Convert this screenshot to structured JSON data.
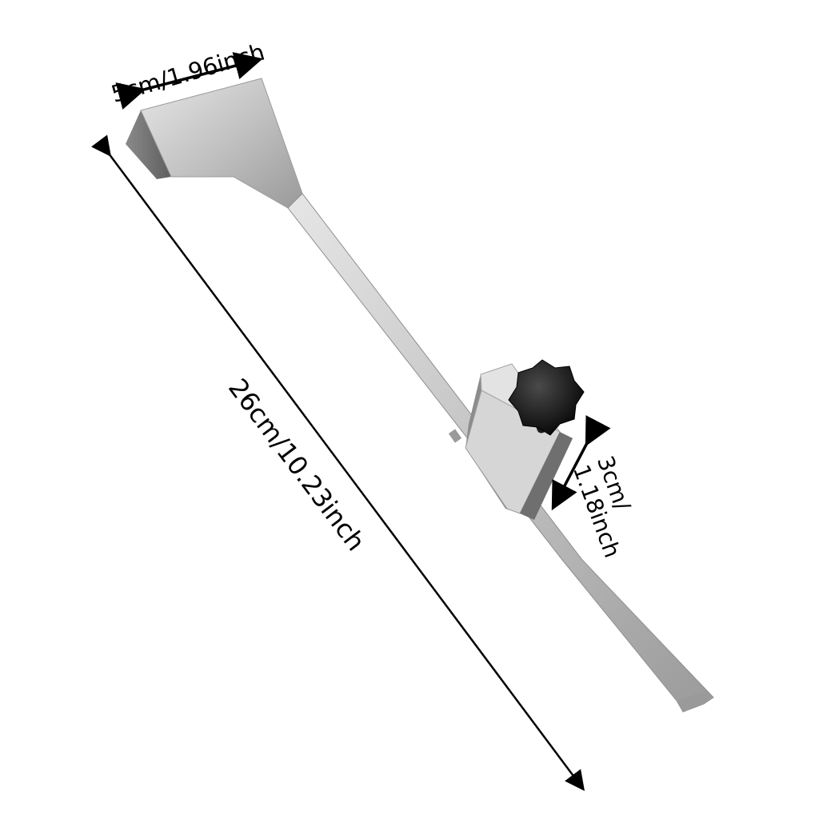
{
  "dimensions": {
    "width_label": "5cm/1.96inch",
    "length_label": "26cm/10.23inch",
    "clamp_label_line1": "3cm/",
    "clamp_label_line2": "1.18inch"
  },
  "colors": {
    "background": "#ffffff",
    "steel_light": "#d4d4d4",
    "steel_mid": "#b5b5b5",
    "steel_dark": "#7d7d7d",
    "knob": "#111111",
    "arrow": "#000000"
  }
}
